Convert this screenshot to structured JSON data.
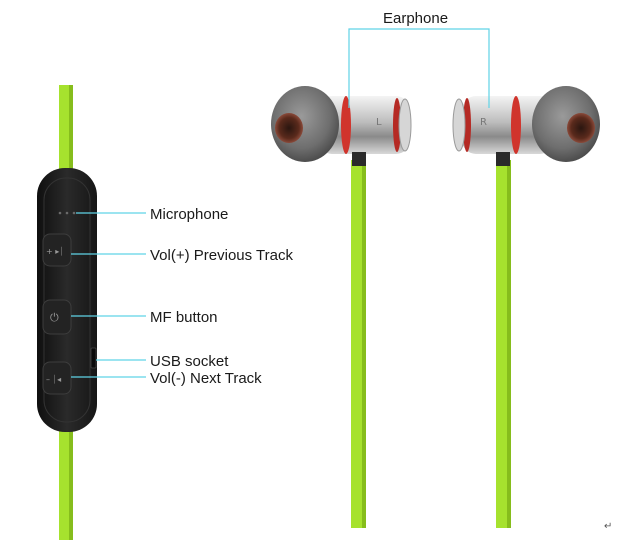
{
  "labels": {
    "earphone": "Earphone",
    "microphone": "Microphone",
    "vol_plus": "Vol(+) Previous Track",
    "mf_button": "MF button",
    "usb_socket": "USB socket",
    "vol_minus": "Vol(-) Next Track"
  },
  "button_glyphs": {
    "plus": "+ ▸⏐",
    "power": "⏻",
    "minus": "– ⏐◂"
  },
  "earbud_marks": {
    "left": "L",
    "right": "R"
  },
  "corner_mark": "↵",
  "colors": {
    "cable": "#a6e22e",
    "cable_shadow": "#86bd1c",
    "leader_line": "#5fd3e6",
    "remote_body": "#1d1d1d",
    "metal": "#c9c9c9",
    "accent_ring": "#d0342c",
    "eartip": "#7a7a7a"
  }
}
